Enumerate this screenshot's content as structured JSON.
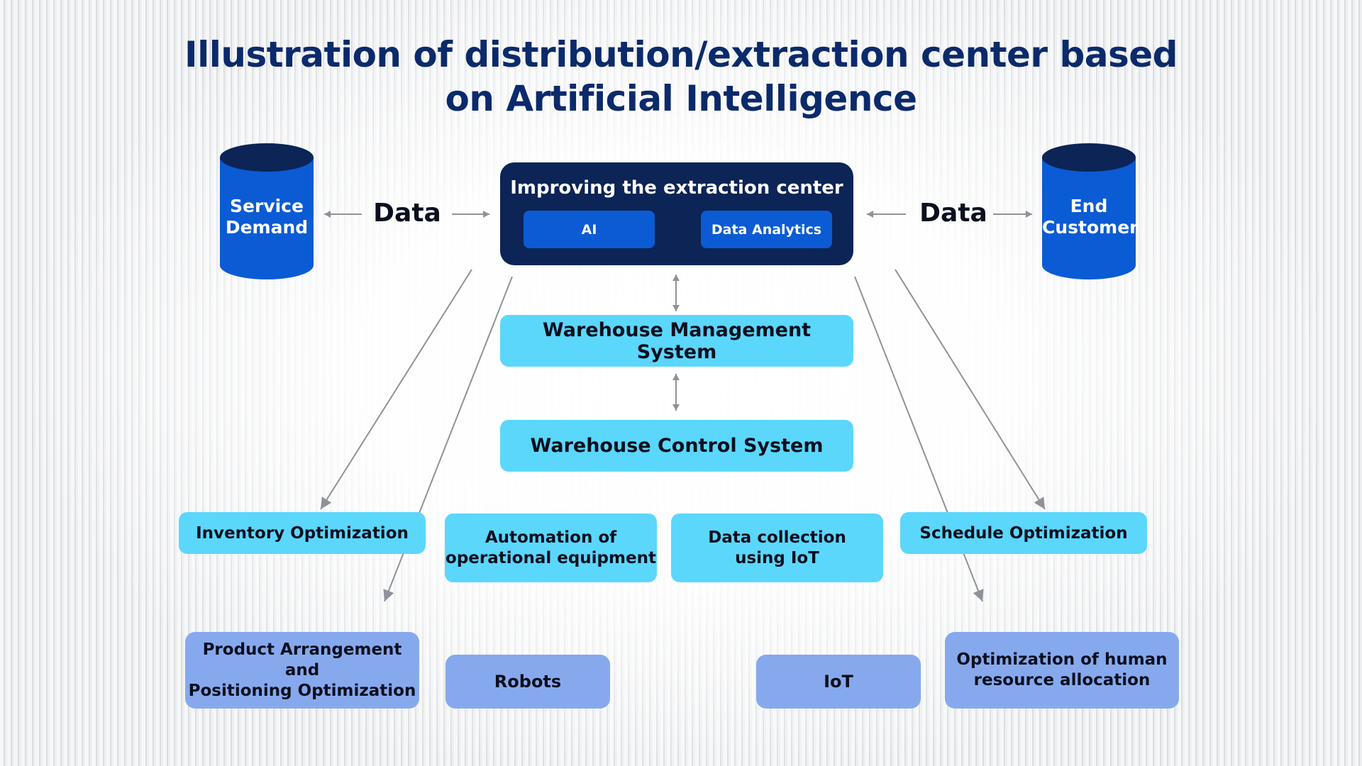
{
  "title": {
    "line1": "Illustration of distribution/extraction center based",
    "line2": "on Artificial Intelligence"
  },
  "left_source": {
    "line1": "Service",
    "line2": "Demand"
  },
  "right_source": {
    "line1": "End",
    "line2": "Customer"
  },
  "flow_labels": {
    "left": "Data",
    "right": "Data"
  },
  "center": {
    "title": "Improving the extraction center",
    "chips": [
      "AI",
      "Data Analytics"
    ]
  },
  "systems": {
    "wms": "Warehouse Management System",
    "wcs": "Warehouse Control System"
  },
  "optimizations": {
    "inventory": "Inventory Optimization",
    "schedule": "Schedule Optimization",
    "product": {
      "line1": "Product Arrangement and",
      "line2": "Positioning Optimization"
    },
    "human": {
      "line1": "Optimization of human",
      "line2": "resource allocation"
    }
  },
  "capabilities": {
    "automation": {
      "line1": "Automation of",
      "line2": "operational equipment"
    },
    "iot_collection": {
      "line1": "Data collection",
      "line2": "using IoT"
    }
  },
  "technologies": {
    "robots": "Robots",
    "iot": "IoT"
  },
  "colors": {
    "title": "#0b2a6b",
    "navy": "#0c2456",
    "cylinder": "#0b5bd4",
    "chip": "#0b5bd4",
    "light_box": "#5bd7fc",
    "medium_box": "#86a9ee",
    "arrow": "#8f9299"
  }
}
